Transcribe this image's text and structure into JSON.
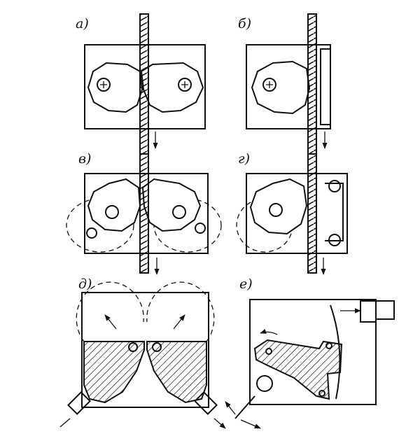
{
  "panels": {
    "a": {
      "label": "а)"
    },
    "b": {
      "label": "б)"
    },
    "v": {
      "label": "в)"
    },
    "g": {
      "label": "г)"
    },
    "d": {
      "label": "д)"
    },
    "e": {
      "label": "е)"
    }
  },
  "colors": {
    "ink": "#111111",
    "paper": "#ffffff"
  }
}
